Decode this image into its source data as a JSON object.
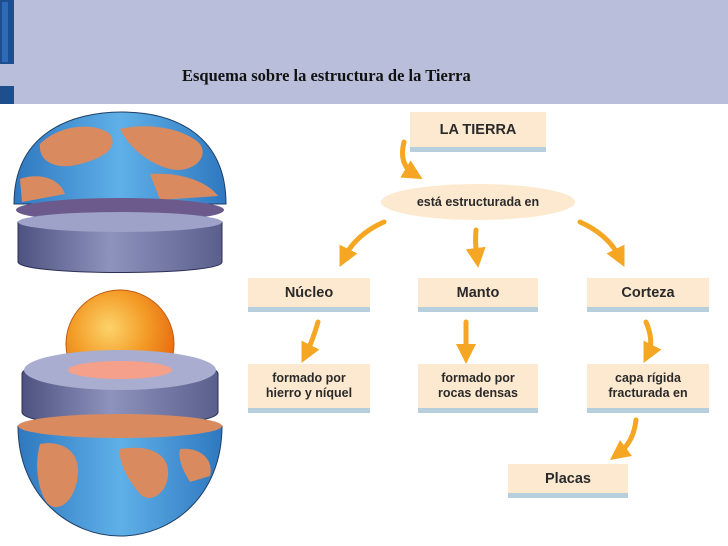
{
  "header": {
    "title": "Esquema sobre la estructura de la Tierra"
  },
  "diagram": {
    "root": "LA TIERRA",
    "connector": "está estructurada en",
    "layers": [
      {
        "name": "Núcleo",
        "description_lines": [
          "formado por",
          "hierro y níquel"
        ]
      },
      {
        "name": "Manto",
        "description_lines": [
          "formado por",
          "rocas densas"
        ]
      },
      {
        "name": "Corteza",
        "description_lines": [
          "capa rígida",
          "fracturada en"
        ]
      }
    ],
    "final": "Placas"
  },
  "colors": {
    "header_bg": "#b9bedb",
    "box_fill": "#fde9cf",
    "box_underline": "#b7cfdd",
    "arrow": "#f5a623",
    "core": "#f08a1c",
    "mantle": "#7a7fa8",
    "ocean": "#3c8fd0",
    "land": "#d98a5f"
  },
  "illustration": {
    "name": "earth-cutaway-illustration",
    "parts": [
      "crust-cap-top",
      "mantle-shell-top",
      "inner-core",
      "mantle-shell-bottom",
      "crust-hemisphere-bottom"
    ]
  }
}
